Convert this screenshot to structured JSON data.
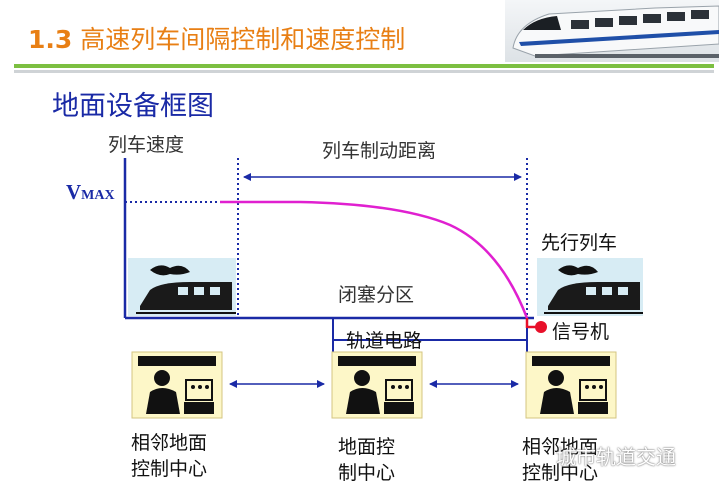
{
  "header": {
    "section_number": "1.3",
    "title": "高速列车间隔控制和速度控制"
  },
  "subtitle": "地面设备框图",
  "diagram": {
    "y_axis_label": "列车速度",
    "vmax_main": "V",
    "vmax_sub": "MAX",
    "braking_distance_label": "列车制动距离",
    "block_section_label": "闭塞分区",
    "track_circuit_label": "轨道电路",
    "leading_train_label": "先行列车",
    "signal_label": "信号机",
    "centers": [
      {
        "line1": "相邻地面",
        "line2": "控制中心"
      },
      {
        "line1": "地面控",
        "line2": "制中心"
      },
      {
        "line1": "相邻地面",
        "line2": "控制中心"
      }
    ],
    "colors": {
      "axis": "#1a2aa6",
      "curve": "#e020d0",
      "signal": "#e8102a",
      "header_accent": "#e87f14",
      "rule": "#7cbf41"
    }
  },
  "watermark": "城市轨道交通"
}
